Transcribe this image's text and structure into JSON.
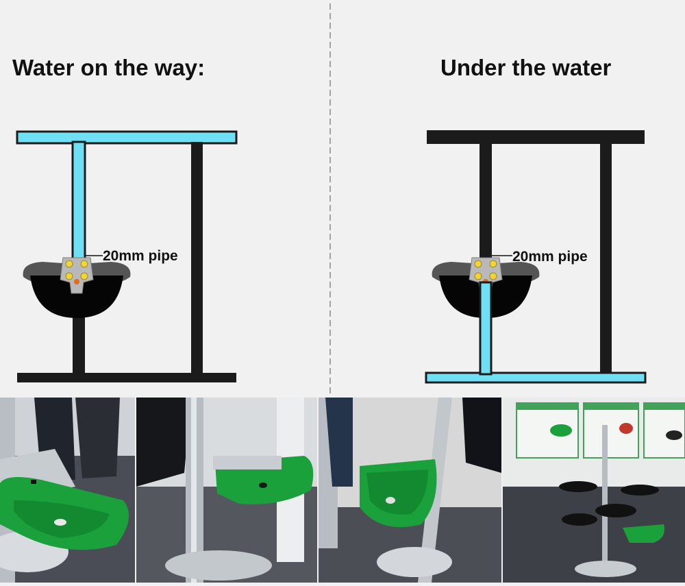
{
  "left_panel": {
    "title": "Water on the way:",
    "pipe_label": "20mm pipe"
  },
  "right_panel": {
    "title": "Under the water",
    "pipe_label": "20mm pipe"
  },
  "colors": {
    "water": "#6fe0f4",
    "frame": "#1b1b1b",
    "bowl_green": "#1aa13c",
    "background": "#f1f1f1"
  }
}
